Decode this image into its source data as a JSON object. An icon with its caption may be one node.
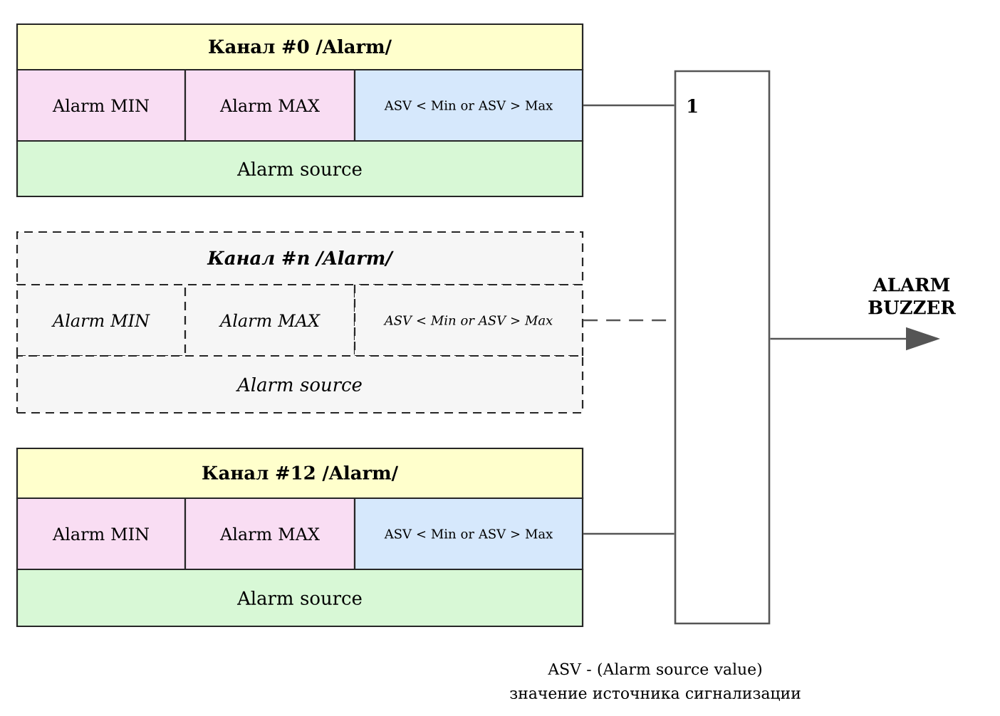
{
  "diagram": {
    "caption": "ASV - (Alarm source value) значение источника сигнализации",
    "nodes": [
      {
        "text": [
          "Канал #0 /Alarm/"
        ]
      },
      {
        "text": [
          "Alarm MIN"
        ]
      },
      {
        "text": [
          "Alarm MAX"
        ]
      },
      {
        "text": [
          "ASV < Min or ASV > Max"
        ]
      },
      {
        "text": [
          "Alarm source"
        ]
      },
      {
        "text": [
          "Канал #n /Alarm/"
        ]
      },
      {
        "text": [
          "Alarm MIN"
        ]
      },
      {
        "text": [
          "Alarm MAX"
        ]
      },
      {
        "text": [
          "ASV < Min or ASV > Max"
        ]
      },
      {
        "text": [
          "Alarm source"
        ]
      },
      {
        "text": [
          "Канал #12 /Alarm/"
        ]
      },
      {
        "text": [
          "Alarm MIN"
        ]
      },
      {
        "text": [
          "Alarm MAX"
        ]
      },
      {
        "text": [
          "ASV < Min or ASV > Max"
        ]
      },
      {
        "text": [
          "Alarm source"
        ]
      },
      {
        "text": [
          "1"
        ]
      }
    ],
    "edges": [
      {
        "from": 3,
        "to": 15,
        "arrow": "none"
      },
      {
        "from": 8,
        "to": 15,
        "arrow": "none",
        "style": "dashed"
      },
      {
        "from": 13,
        "to": 15,
        "arrow": "none"
      },
      {
        "from": 15,
        "to": null,
        "arrow": "to",
        "label": "ALARM BUZZER"
      }
    ]
  }
}
